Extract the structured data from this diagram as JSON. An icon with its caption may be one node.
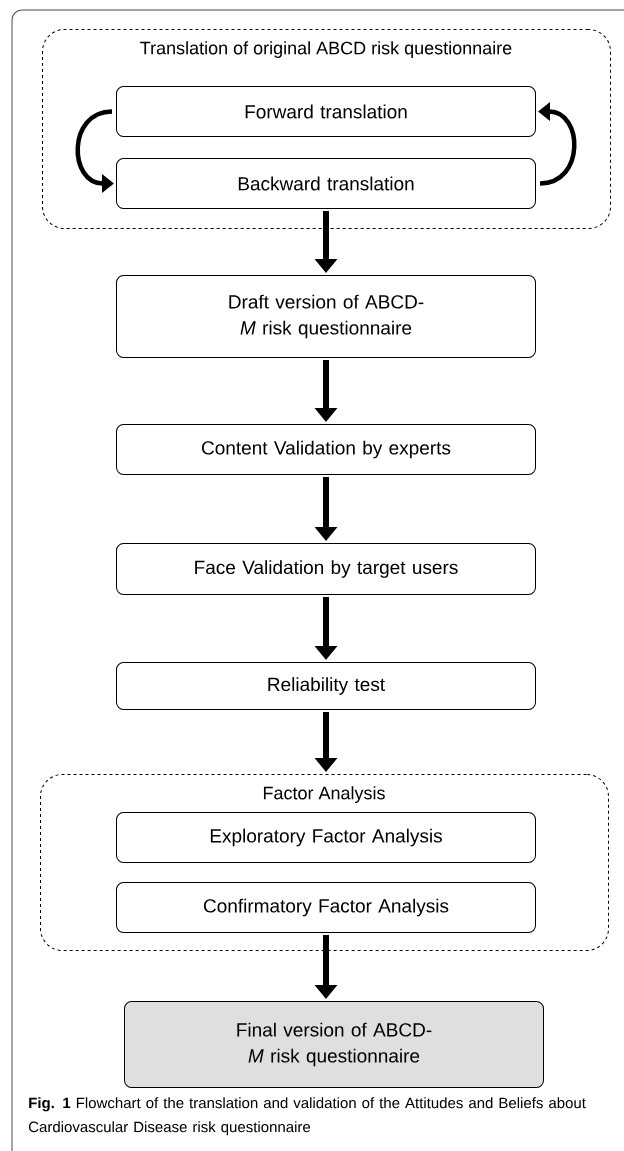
{
  "diagram": {
    "caption": "**Fig. 1**  Flowchart of the translation and validation of the Attitudes and Beliefs about Cardiovascular Disease risk questionnaire",
    "nodes": [
      {
        "text": [
          "Translation of original ABCD risk questionnaire"
        ]
      },
      {
        "text": [
          "Forward translation"
        ],
        "in": 0
      },
      {
        "text": [
          "Backward translation"
        ],
        "in": 0
      },
      {
        "text": [
          "Draft version of ABCD-*M* risk questionnaire"
        ]
      },
      {
        "text": [
          "Content Validation by experts"
        ]
      },
      {
        "text": [
          "Face Validation by target users"
        ]
      },
      {
        "text": [
          "Reliability test"
        ]
      },
      {
        "text": [
          "Factor Analysis"
        ]
      },
      {
        "text": [
          "Exploratory Factor Analysis"
        ],
        "in": 7
      },
      {
        "text": [
          "Confirmatory Factor Analysis"
        ],
        "in": 7
      },
      {
        "text": [
          "Final version of ABCD-*M* risk questionnaire"
        ]
      }
    ],
    "edges": [
      {
        "from": 1,
        "to": 2,
        "arrow": "to"
      },
      {
        "from": 2,
        "to": 1,
        "arrow": "to"
      },
      {
        "from": 2,
        "to": 3,
        "arrow": "to"
      },
      {
        "from": 3,
        "to": 4,
        "arrow": "to"
      },
      {
        "from": 4,
        "to": 5,
        "arrow": "to"
      },
      {
        "from": 5,
        "to": 6,
        "arrow": "to"
      },
      {
        "from": 6,
        "to": 7,
        "arrow": "to"
      },
      {
        "from": 9,
        "to": 10,
        "arrow": "to"
      }
    ]
  }
}
